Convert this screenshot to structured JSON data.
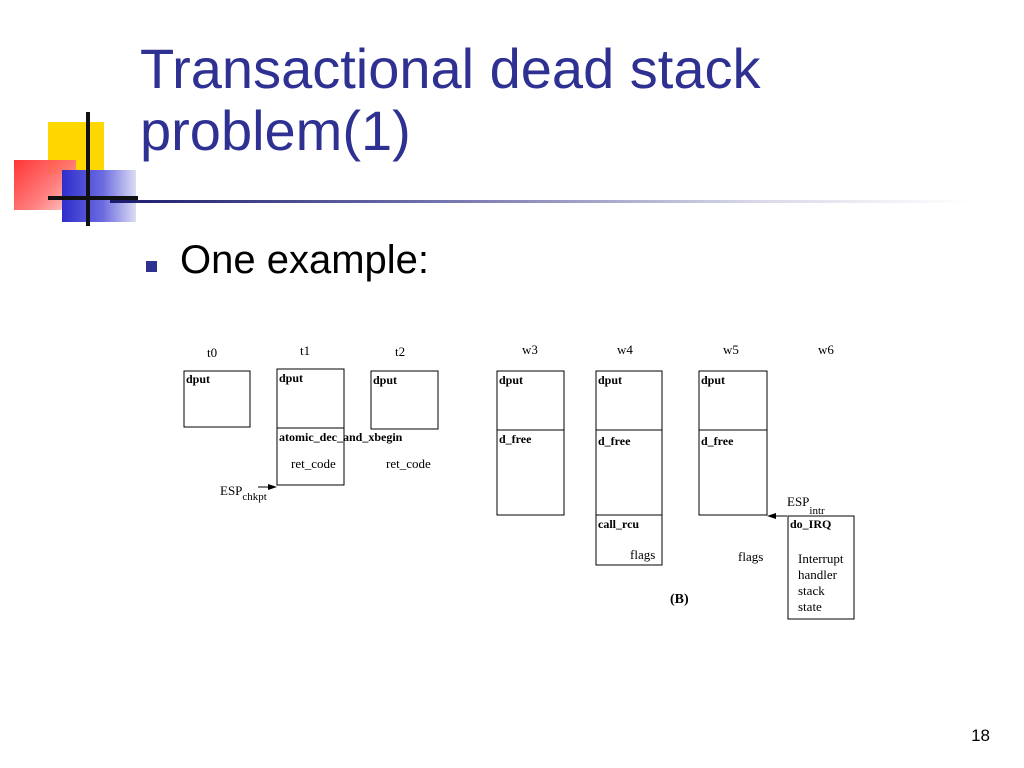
{
  "slide": {
    "title_line1": "Transactional dead stack",
    "title_line2": "problem(1)",
    "bullet": "One example:",
    "page_number": "18"
  },
  "colors": {
    "title": "#2e3192",
    "bullet": "#2e3192",
    "deco_yellow": "#ffd700",
    "deco_blue": "#3333cc",
    "deco_red": "#ff3333"
  },
  "diagram": {
    "column_labels": [
      "t0",
      "t1",
      "t2",
      "w3",
      "w4",
      "w5",
      "w6"
    ],
    "frames": {
      "dput": "dput",
      "atomic": "atomic_dec_and_xbegin",
      "ret_code": "ret_code",
      "d_free": "d_free",
      "call_rcu": "call_rcu",
      "flags": "flags",
      "do_irq": "do_IRQ",
      "interrupt_lines": [
        "Interrupt",
        "handler",
        "stack",
        "state"
      ]
    },
    "esp_chkpt": {
      "base": "ESP",
      "sub": "chkpt"
    },
    "esp_intr": {
      "base": "ESP",
      "sub": "intr"
    },
    "caption": "(B)"
  }
}
